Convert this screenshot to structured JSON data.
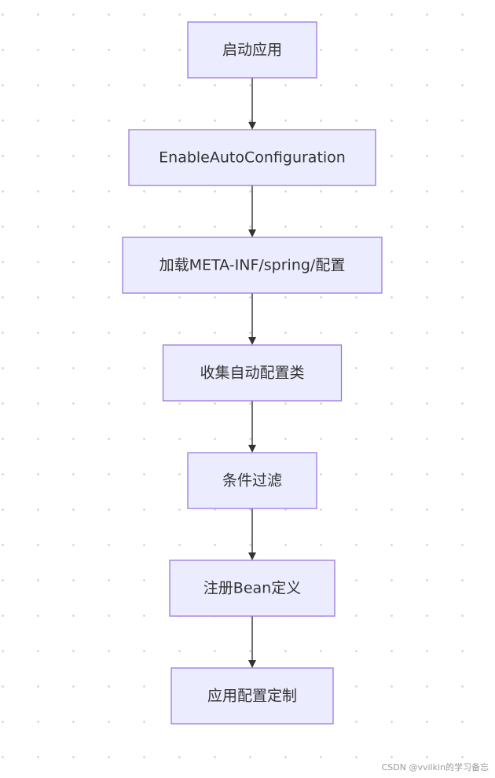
{
  "diagram": {
    "type": "flowchart",
    "direction": "top-to-bottom",
    "colors": {
      "node_fill": "#ececff",
      "node_border": "#9370db",
      "text": "#333333",
      "arrow": "#333333",
      "background_dots": "#d9d9d9"
    },
    "nodes": [
      {
        "id": "n1",
        "label": "启动应用"
      },
      {
        "id": "n2",
        "label": "EnableAutoConfiguration"
      },
      {
        "id": "n3",
        "label": "加载META-INF/spring/配置"
      },
      {
        "id": "n4",
        "label": "收集自动配置类"
      },
      {
        "id": "n5",
        "label": "条件过滤"
      },
      {
        "id": "n6",
        "label": "注册Bean定义"
      },
      {
        "id": "n7",
        "label": "应用配置定制"
      }
    ],
    "edges": [
      {
        "from": "n1",
        "to": "n2"
      },
      {
        "from": "n2",
        "to": "n3"
      },
      {
        "from": "n3",
        "to": "n4"
      },
      {
        "from": "n4",
        "to": "n5"
      },
      {
        "from": "n5",
        "to": "n6"
      },
      {
        "from": "n6",
        "to": "n7"
      }
    ]
  },
  "watermark": "CSDN @vvilkin的学习备忘"
}
